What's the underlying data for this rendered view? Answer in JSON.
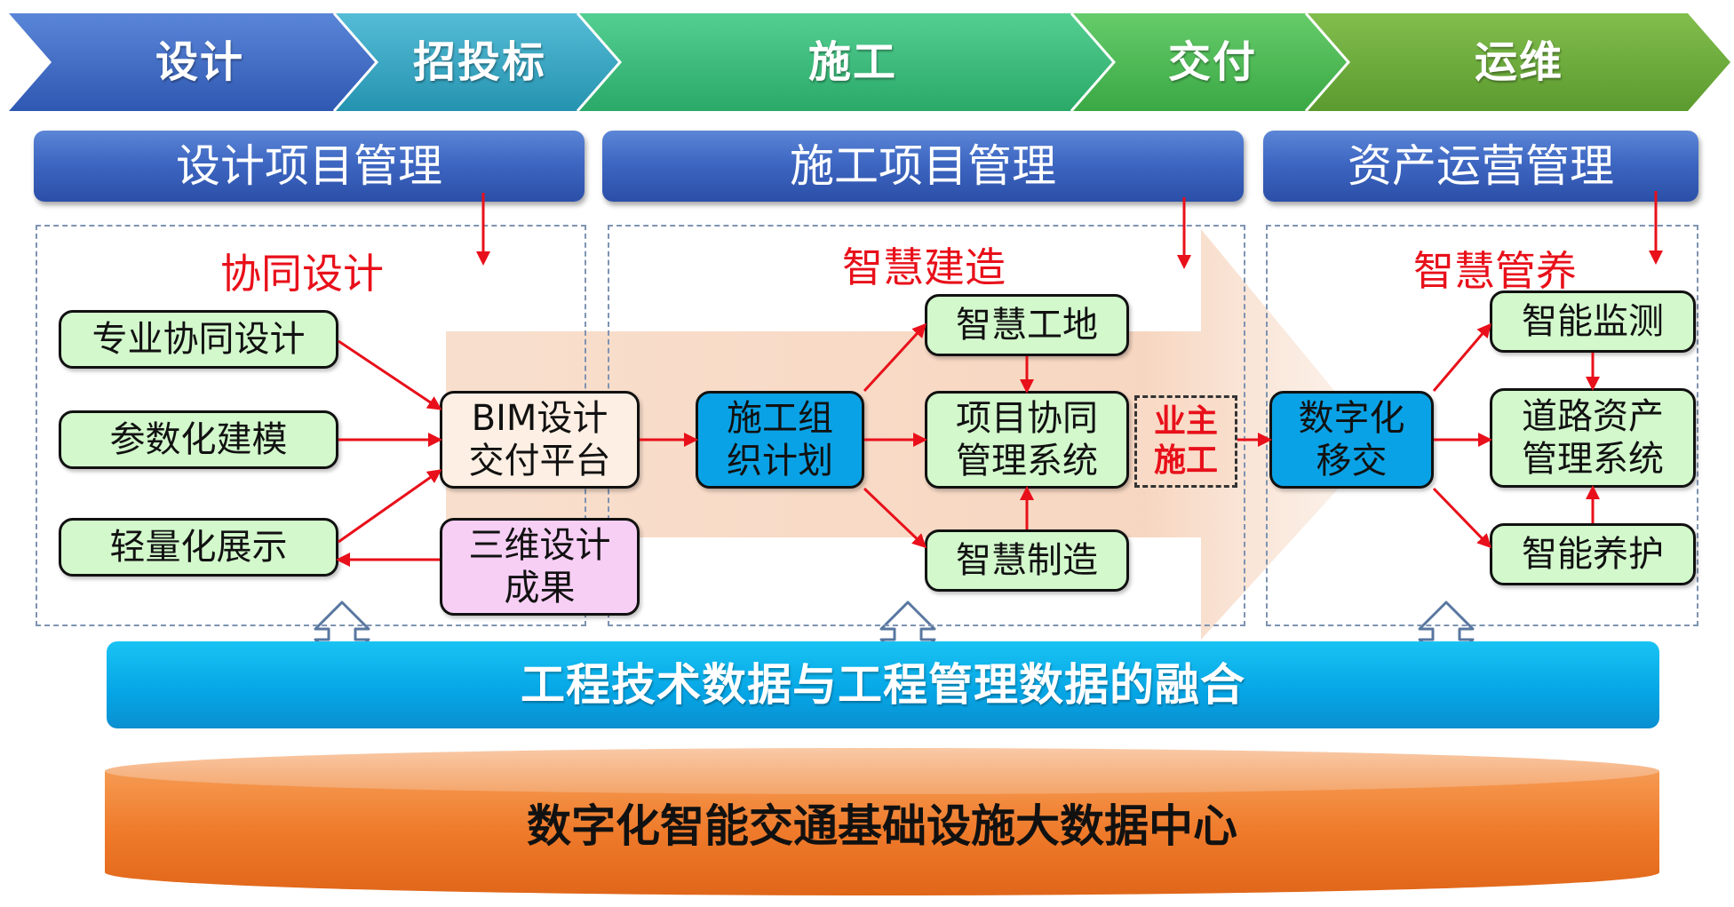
{
  "phases": [
    "设计",
    "招投标",
    "施工",
    "交付",
    "运维"
  ],
  "management": {
    "design": "设计项目管理",
    "construction": "施工项目管理",
    "asset": "资产运营管理"
  },
  "sections": {
    "collab_design": "协同设计",
    "smart_construction": "智慧建造",
    "smart_maintenance": "智慧管养"
  },
  "nodes": {
    "professional_collab": "专业协同设计",
    "parametric_modeling": "参数化建模",
    "lightweight_display": "轻量化展示",
    "bim_platform": "BIM设计\n交付平台",
    "design_results_3d": "三维设计\n成果",
    "construction_plan": "施工组\n织计划",
    "smart_site": "智慧工地",
    "project_collab_system": "项目协同\n管理系统",
    "smart_manufacturing": "智慧制造",
    "owner_construction": "业主\n施工",
    "digital_handover": "数字化\n移交",
    "smart_monitoring": "智能监测",
    "road_asset_system": "道路资产\n管理系统",
    "smart_maintenance_node": "智能养护"
  },
  "fusion": "工程技术数据与工程管理数据的融合",
  "data_center": "数字化智能交通基础设施大数据中心",
  "colors": {
    "red_arrow": "#e8101a",
    "phase_blue": "#3d6cc7",
    "phase_teal": "#3aa8c2",
    "phase_green": "#3cbf7e",
    "phase_lightgreen": "#4dbb55",
    "phase_olive": "#6aaa3a",
    "fusion_blue": "#05a5e5",
    "center_orange": "#ef7a2a"
  }
}
